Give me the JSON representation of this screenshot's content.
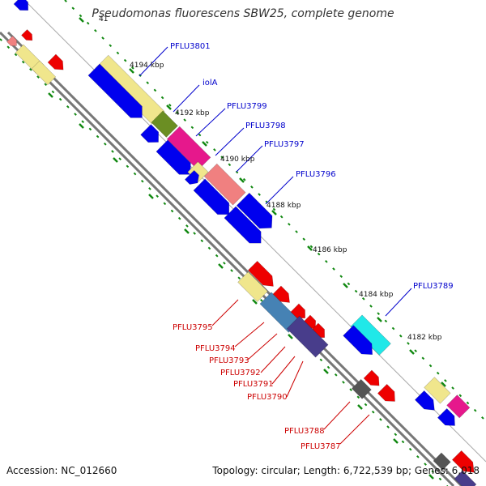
{
  "title": "Pseudomonas fluorescens SBW25, complete genome",
  "accession": "Accession: NC_012660",
  "topology": "Topology: circular; Length: 6,722,539 bp; Genes: 6,018",
  "kbp_labels": [
    "4194 kbp",
    "4192 kbp",
    "4190 kbp",
    "4188 kbp",
    "4186 kbp",
    "4184 kbp",
    "4182 kbp"
  ],
  "partial_top_label": "41",
  "forward_gene_labels": [
    "PFLU3801",
    "iolA",
    "PFLU3799",
    "PFLU3798",
    "PFLU3797",
    "PFLU3796",
    "PFLU3789"
  ],
  "reverse_gene_labels": [
    "PFLU3795",
    "PFLU3794",
    "PFLU3793",
    "PFLU3792",
    "PFLU3791",
    "PFLU3790",
    "PFLU3788",
    "PFLU3787"
  ],
  "colors": {
    "forward_label": "#0000cc",
    "reverse_label": "#cc0000",
    "backbone": "#777777",
    "scale_ticks": "#118811",
    "blue_gene": "#0000ee",
    "red_gene": "#ee0000",
    "khaki_gene": "#f0e68c",
    "olive_gene": "#6b8e23",
    "magenta_gene": "#e6188c",
    "salmon_gene": "#f08080",
    "cyan_gene": "#20e8e8",
    "steelblue_gene": "#4682b4",
    "slateblue_gene": "#483d8b",
    "gray_gene": "#555555"
  }
}
